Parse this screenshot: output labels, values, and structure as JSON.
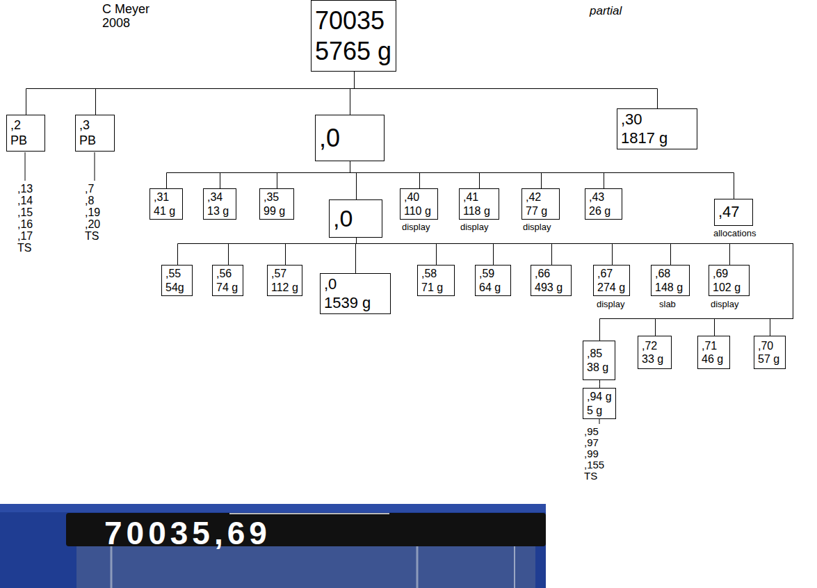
{
  "diagram": {
    "nodes": [
      {
        "text": [
          "70035",
          "5765 g"
        ]
      },
      {
        "text": [
          ",2",
          "PB"
        ]
      },
      {
        "text": [
          ",3",
          "PB"
        ]
      },
      {
        "text": [
          ",0"
        ]
      },
      {
        "text": [
          ",30",
          "1817 g"
        ]
      },
      {
        "text": [
          ",31",
          "41 g"
        ]
      },
      {
        "text": [
          ",34",
          "13 g"
        ]
      },
      {
        "text": [
          ",35",
          "99 g"
        ]
      },
      {
        "text": [
          ",0"
        ]
      },
      {
        "text": [
          ",40",
          "110 g"
        ]
      },
      {
        "text": [
          ",41",
          "118 g"
        ]
      },
      {
        "text": [
          ",42",
          "77 g"
        ]
      },
      {
        "text": [
          ",43",
          "26 g"
        ]
      },
      {
        "text": [
          ",47"
        ]
      },
      {
        "text": [
          ",55",
          "54g"
        ]
      },
      {
        "text": [
          ",56",
          "74 g"
        ]
      },
      {
        "text": [
          ",57",
          "112 g"
        ]
      },
      {
        "text": [
          ",0",
          "1539 g"
        ]
      },
      {
        "text": [
          ",58",
          "71 g"
        ]
      },
      {
        "text": [
          ",59",
          "64 g"
        ]
      },
      {
        "text": [
          ",66",
          "493 g"
        ]
      },
      {
        "text": [
          ",67",
          "274 g"
        ]
      },
      {
        "text": [
          ",68",
          "148 g"
        ]
      },
      {
        "text": [
          ",69",
          "102 g"
        ]
      },
      {
        "text": [
          ",85",
          "38 g"
        ]
      },
      {
        "text": [
          ",72",
          "33 g"
        ]
      },
      {
        "text": [
          ",71",
          "46 g"
        ]
      },
      {
        "text": [
          ",70",
          "57 g"
        ]
      },
      {
        "text": [
          ",94 g",
          "5 g"
        ]
      }
    ],
    "edges": [
      {
        "from": 0,
        "to": 1,
        "arrow": "none"
      },
      {
        "from": 0,
        "to": 2,
        "arrow": "none"
      },
      {
        "from": 0,
        "to": 3,
        "arrow": "none"
      },
      {
        "from": 0,
        "to": 4,
        "arrow": "none"
      },
      {
        "from": 3,
        "to": 5,
        "arrow": "none"
      },
      {
        "from": 3,
        "to": 6,
        "arrow": "none"
      },
      {
        "from": 3,
        "to": 7,
        "arrow": "none"
      },
      {
        "from": 3,
        "to": 8,
        "arrow": "none"
      },
      {
        "from": 3,
        "to": 9,
        "arrow": "none"
      },
      {
        "from": 3,
        "to": 10,
        "arrow": "none"
      },
      {
        "from": 3,
        "to": 11,
        "arrow": "none"
      },
      {
        "from": 3,
        "to": 12,
        "arrow": "none"
      },
      {
        "from": 3,
        "to": 13,
        "arrow": "none"
      },
      {
        "from": 8,
        "to": 14,
        "arrow": "none"
      },
      {
        "from": 8,
        "to": 15,
        "arrow": "none"
      },
      {
        "from": 8,
        "to": 16,
        "arrow": "none"
      },
      {
        "from": 8,
        "to": 17,
        "arrow": "none"
      },
      {
        "from": 8,
        "to": 18,
        "arrow": "none"
      },
      {
        "from": 8,
        "to": 19,
        "arrow": "none"
      },
      {
        "from": 8,
        "to": 20,
        "arrow": "none"
      },
      {
        "from": 8,
        "to": 21,
        "arrow": "none"
      },
      {
        "from": 8,
        "to": 22,
        "arrow": "none"
      },
      {
        "from": 8,
        "to": 23,
        "arrow": "none"
      },
      {
        "from": 8,
        "to": 24,
        "arrow": "none"
      },
      {
        "from": 8,
        "to": 25,
        "arrow": "none"
      },
      {
        "from": 8,
        "to": 26,
        "arrow": "none"
      },
      {
        "from": 8,
        "to": 27,
        "arrow": "none"
      },
      {
        "from": 24,
        "to": 28,
        "arrow": "none"
      }
    ],
    "labels": [
      "C Meyer",
      "2008",
      "partial",
      ",13",
      ",14",
      ",15",
      ",16",
      ",17",
      "TS",
      ",7",
      ",8",
      ",19",
      ",20",
      "TS",
      "display",
      "display",
      "display",
      "allocations",
      "display",
      "slab",
      "display",
      ",95",
      ",97",
      ",99",
      ",155",
      "TS",
      "70035,69"
    ]
  }
}
